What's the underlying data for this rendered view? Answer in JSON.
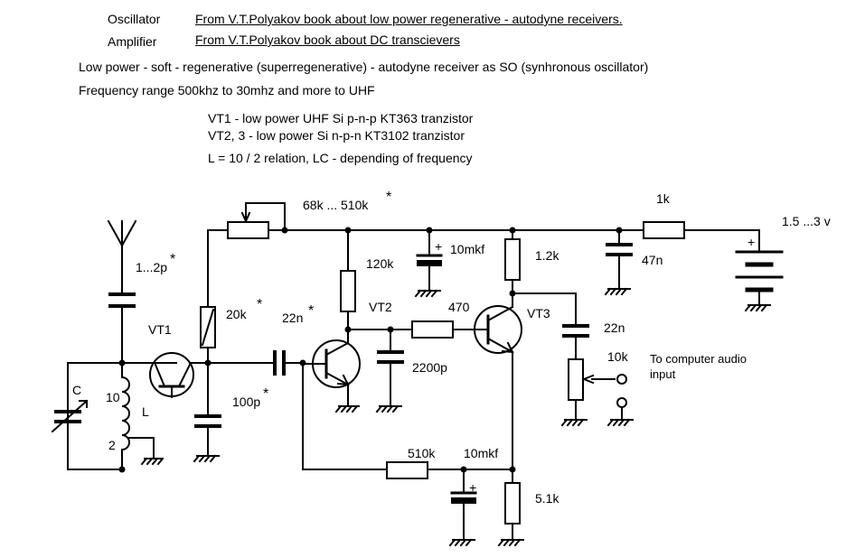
{
  "header": {
    "oscillator_label": "Oscillator",
    "oscillator_source": "From V.T.Polyakov book about low power regenerative - autodyne receivers.",
    "amplifier_label": "Amplifier",
    "amplifier_source": "From V.T.Polyakov book about DC transcievers",
    "description": "Low power - soft - regenerative (superregenerative)  - autodyne receiver as  SO (synhronous  oscillator)",
    "frequency_range": "Frequency range 500khz to 30mhz and more to UHF"
  },
  "notes": {
    "vt1": "VT1 - low power  UHF  Si p-n-p  KT363 tranzistor",
    "vt23": "VT2, 3 - low power Si  n-p-n KT3102 tranzistor",
    "coil": "L = 10 / 2 relation,  LC - depending of frequency"
  },
  "labels": {
    "antenna_cap": "1...2p",
    "vt1": "VT1",
    "tuning_cap": "C",
    "coil_turns_top": "10",
    "coil_name": "L",
    "coil_turns_bottom": "2",
    "regen_pot": "68k ... 510k",
    "feedback_res": "20k",
    "coupling_cap": "22n",
    "feedback_cap": "100p",
    "bias_res": "120k",
    "vt2": "VT2",
    "base_res": "470",
    "vt3": "VT3",
    "filter_cap_vt2": "2200p",
    "decoupling_cap": "10mkf",
    "collector_res": "1.2k",
    "supply_res": "1k",
    "supply_cap": "47n",
    "battery": "1.5 ...3 v",
    "output_cap": "22n",
    "volume_pot": "10k",
    "output_jack": "To computer audio\ninput",
    "nfb_res": "510k",
    "emitter_cap": "10mkf",
    "emitter_res": "5.1k",
    "star": "*",
    "plus": "+"
  }
}
